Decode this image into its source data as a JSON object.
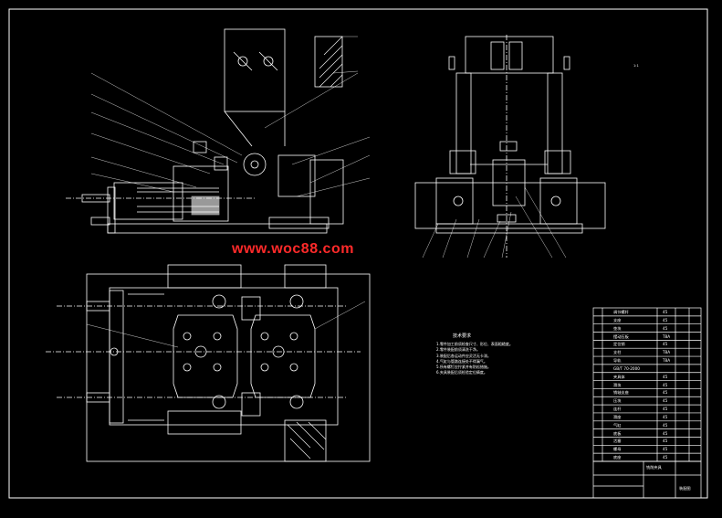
{
  "watermark": "www.woc88.com",
  "notes": {
    "title": "技术要求",
    "lines": [
      "1.零件加工前须检查尺寸、形位、表面粗糙度。",
      "2.零件装配前须清洗干净。",
      "3.装配后各运动件应灵活无卡滞。",
      "4.气缸与管路连接处不得漏气。",
      "5.所有螺钉应拧紧并有防松措施。",
      "6.夹具装配后须检验定位精度。"
    ]
  },
  "scale_mark": "1:1",
  "bom": {
    "rows": [
      {
        "name": "调节螺杆",
        "mat": "45"
      },
      {
        "name": "支座",
        "mat": "45"
      },
      {
        "name": "垫块",
        "mat": "45"
      },
      {
        "name": "摆动压板",
        "mat": "T8A"
      },
      {
        "name": "定位销",
        "mat": "45"
      },
      {
        "name": "支柱",
        "mat": "T8A"
      },
      {
        "name": "导轨",
        "mat": "T8A"
      },
      {
        "name": "GB/T 70-2000",
        "mat": ""
      },
      {
        "name": "夹具体",
        "mat": "45"
      },
      {
        "name": "滑块",
        "mat": "45"
      },
      {
        "name": "销轴支座",
        "mat": "45"
      },
      {
        "name": "压块",
        "mat": "45"
      },
      {
        "name": "连杆",
        "mat": "45"
      },
      {
        "name": "滑座",
        "mat": "45"
      },
      {
        "name": "气缸",
        "mat": "45"
      },
      {
        "name": "底板",
        "mat": "45"
      },
      {
        "name": "活塞",
        "mat": "45"
      },
      {
        "name": "螺母",
        "mat": "45"
      },
      {
        "name": "底座",
        "mat": "45"
      }
    ],
    "title_block": {
      "name": "铣削夹具",
      "drawing_no": "装配图"
    }
  }
}
